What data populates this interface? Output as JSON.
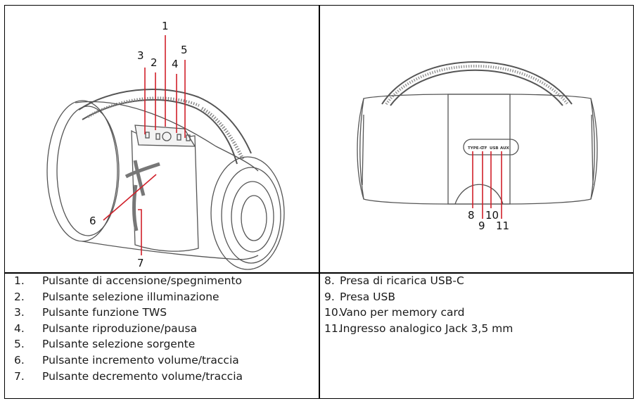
{
  "left_panel": {
    "callouts": [
      "1",
      "2",
      "3",
      "4",
      "5",
      "6",
      "7"
    ]
  },
  "right_panel": {
    "callouts": [
      "8",
      "9",
      "10",
      "11"
    ],
    "socket_labels": [
      "TYPE-C",
      "TF",
      "USB",
      "AUX"
    ]
  },
  "legend_left": [
    {
      "num": "1.",
      "text": "Pulsante di accensione/spegnimento"
    },
    {
      "num": "2.",
      "text": "Pulsante selezione illuminazione"
    },
    {
      "num": "3.",
      "text": "Pulsante funzione TWS"
    },
    {
      "num": "4.",
      "text": "Pulsante riproduzione/pausa"
    },
    {
      "num": "5.",
      "text": "Pulsante selezione sorgente"
    },
    {
      "num": "6.",
      "text": "Pulsante incremento volume/traccia"
    },
    {
      "num": "7.",
      "text": "Pulsante decremento volume/traccia"
    }
  ],
  "legend_right": [
    {
      "num": "8.",
      "text": "Presa di ricarica USB-C"
    },
    {
      "num": "9.",
      "text": "Presa USB"
    },
    {
      "num": "10.",
      "text": "Vano per memory card"
    },
    {
      "num": "11.",
      "text": "Ingresso analogico Jack 3,5 mm"
    }
  ],
  "colors": {
    "border": "#000000",
    "callout_line": "#d0202a",
    "drawing": "#555555"
  }
}
